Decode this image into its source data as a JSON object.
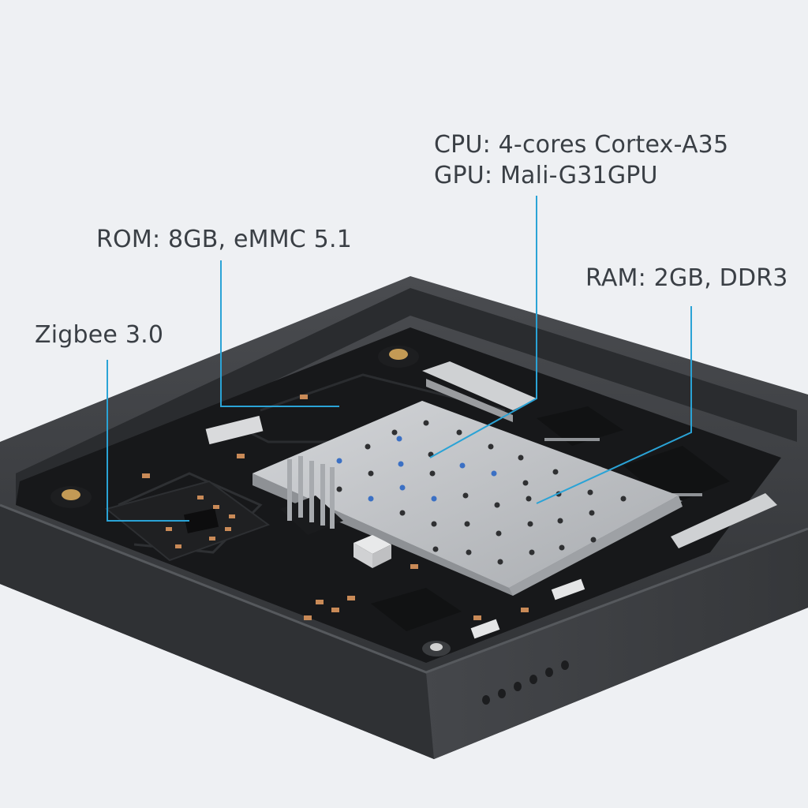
{
  "colors": {
    "background": "#eef0f3",
    "enclosure": "#3b3d40",
    "pcb": "#17181a",
    "shield": "#b9bcbf",
    "callout_line": "#2aa3d6",
    "text": "#3a3f45"
  },
  "callouts": {
    "cpu": "CPU: 4-cores Cortex-A35",
    "gpu": "GPU: Mali-G31GPU",
    "rom": "ROM: 8GB, eMMC 5.1",
    "ram": "RAM: 2GB, DDR3",
    "zigbee": "Zigbee 3.0"
  }
}
